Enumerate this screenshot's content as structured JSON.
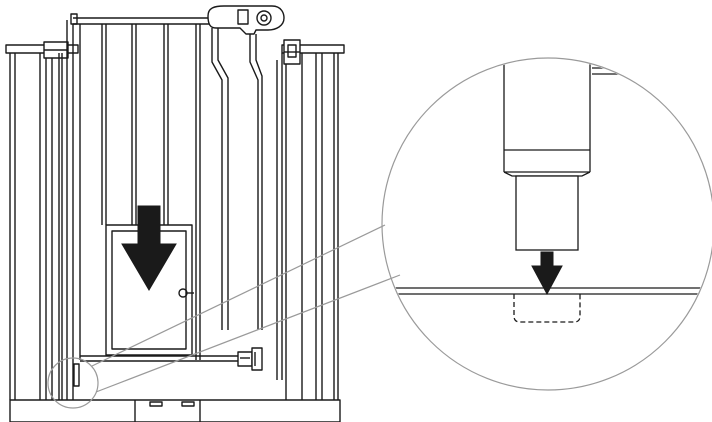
{
  "diagram": {
    "view": "gate-installation-step",
    "main_view": {
      "parts": [
        "wall-frame-left",
        "wall-frame-right",
        "gate-frame",
        "gate-door",
        "pet-door-panel",
        "handle-assembly",
        "latch-lower",
        "bracket-upper",
        "floor-base"
      ],
      "arrow_direction": "down"
    },
    "detail_view": {
      "parts": [
        "post-end",
        "floor-line",
        "floor-recess"
      ],
      "arrow_direction": "down"
    },
    "colors": {
      "line": "#1a1a1a",
      "arrow": "#1a1a1a",
      "callout": "#9a9a9a",
      "background": "#ffffff"
    }
  }
}
